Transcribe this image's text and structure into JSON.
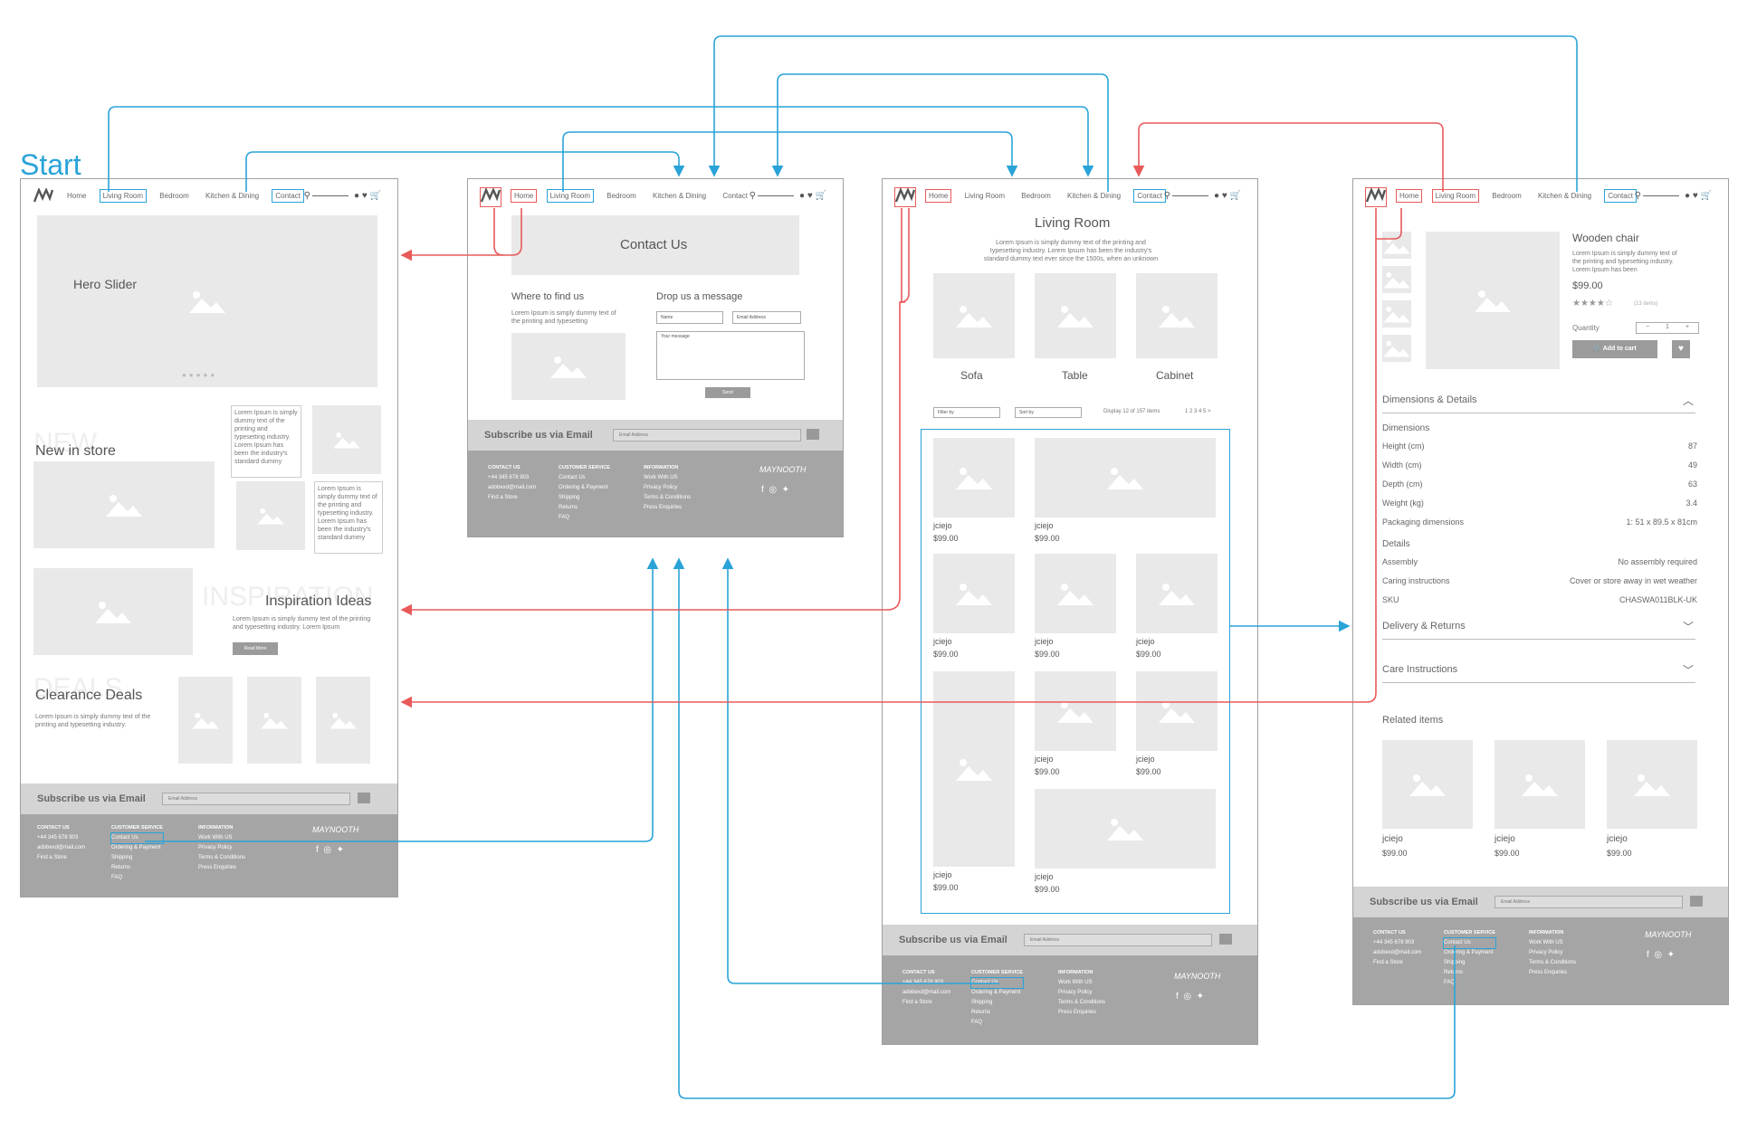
{
  "start_label": "Start",
  "colors": {
    "blue": "#29a3d8",
    "red": "#e85a5a",
    "footer": "#a5a5a5",
    "subscribe_bar": "#d4d4d4",
    "placeholder": "#e9e9e9"
  },
  "nav": {
    "items": [
      "Home",
      "Living Room",
      "Bedroom",
      "Kitchen & Dining",
      "Contact"
    ],
    "icons": [
      "search-icon",
      "user-icon",
      "heart-icon",
      "cart-icon"
    ]
  },
  "subscribe": {
    "label": "Subscribe us via Email",
    "placeholder": "Email Address"
  },
  "footer": {
    "contact_heading": "CONTACT US",
    "contact_lines": [
      "+44 345 678 903",
      "adobexd@mail.com",
      "Find a Store"
    ],
    "service_heading": "CUSTOMER SERVICE",
    "service_lines": [
      "Contact Us",
      "Ordering & Payment",
      "Shipping",
      "Returns",
      "FAQ"
    ],
    "info_heading": "INFORMATION",
    "info_lines": [
      "Work With US",
      "Privacy Policy",
      "Terms & Conditions",
      "Press Enquiries"
    ],
    "brand": "MAYNOOTH"
  },
  "home": {
    "hero": "Hero Slider",
    "new_bg": "NEW",
    "new": "New in store",
    "lorem1": "Lorem Ipsum is simply dummy text of the printing and typesetting industry. Lorem Ipsum has been the industry's standard dummy",
    "lorem2": "Lorem Ipsum is simply dummy text of the printing and typesetting industry. Lorem Ipsum has been the industry's standard dummy",
    "insp_bg": "INSPIRATION",
    "insp": "Inspiration Ideas",
    "insp_text": "Lorem Ipsum is simply dummy text of the printing and typesetting industry. Lorem Ipsum",
    "insp_btn": "Read More",
    "deals_bg": "DEALS",
    "deals": "Clearance Deals",
    "deals_text": "Lorem Ipsum is simply dummy text of the printing and typesetting industry."
  },
  "contact": {
    "title": "Contact Us",
    "find": "Where to find us",
    "find_text": "Lorem Ipsum is simply dummy text of the printing and typesetting",
    "drop": "Drop us a message",
    "name_ph": "Name",
    "email_ph": "Email Address",
    "msg_ph": "Your message",
    "send": "Send"
  },
  "living": {
    "title": "Living Room",
    "intro": "Lorem Ipsum is simply dummy text of the printing and typesetting industry. Lorem Ipsum has been the industry's standard dummy text ever since the 1500s, when an unknown",
    "categories": [
      "Sofa",
      "Table",
      "Cabinet"
    ],
    "filter": "Filter by",
    "sort": "Sort by",
    "display": "Display 12 of 157 items",
    "pages": "1 2 3 4 5 >",
    "product_name": "jciejo",
    "product_price": "$99.00"
  },
  "product": {
    "name": "Wooden chair",
    "desc": "Lorem Ipsum is simply dummy text of the printing and typesetting industry. Lorem Ipsum has been",
    "price": "$99.00",
    "rating": 4,
    "reviews": "(13 items)",
    "quantity_label": "Quantity",
    "quantity_minus": "−",
    "quantity_value": "1",
    "quantity_plus": "+",
    "add_to_cart": "Add to cart",
    "dimensions_section": "Dimensions & Details",
    "dimensions_heading": "Dimensions",
    "dimensions": [
      {
        "label": "Height (cm)",
        "value": "87"
      },
      {
        "label": "Width (cm)",
        "value": "49"
      },
      {
        "label": "Depth (cm)",
        "value": "63"
      },
      {
        "label": "Weight (kg)",
        "value": "3.4"
      },
      {
        "label": "Packaging dimensions",
        "value": "1: 51 x 89.5 x 81cm"
      }
    ],
    "details_heading": "Details",
    "details": [
      {
        "label": "Assembly",
        "value": "No assembly required"
      },
      {
        "label": "Caring instructions",
        "value": "Cover or store away in wet weather"
      },
      {
        "label": "SKU",
        "value": "CHASWA011BLK-UK"
      }
    ],
    "delivery": "Delivery & Returns",
    "care": "Care Instructions",
    "related": "Related items",
    "related_name": "jciejo",
    "related_price": "$99.00"
  }
}
